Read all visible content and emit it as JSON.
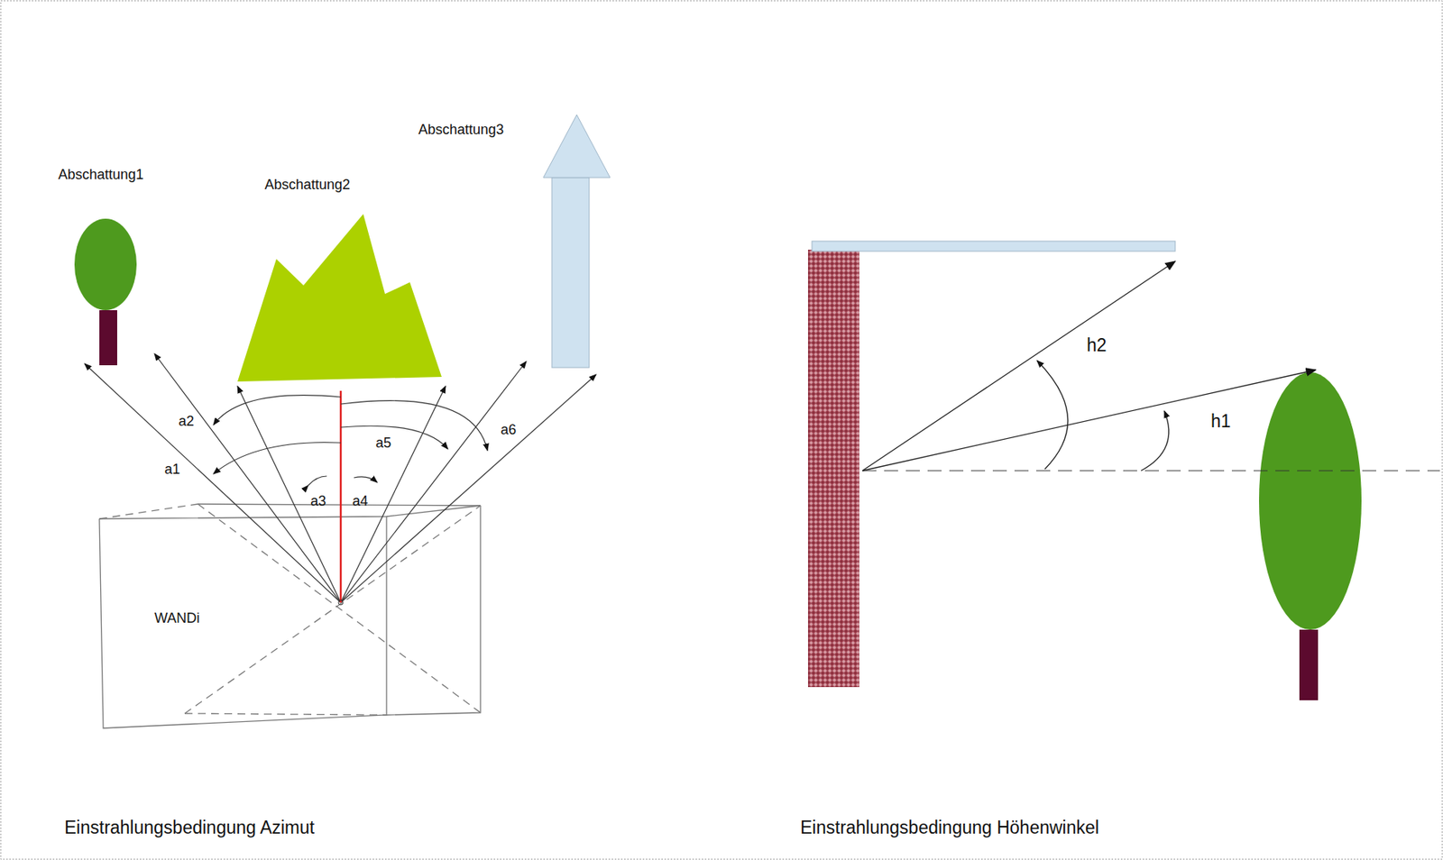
{
  "diagram": {
    "nodes": [
      {
        "text": [
          "Abschattung1"
        ]
      },
      {
        "text": [
          "Abschattung2"
        ]
      },
      {
        "text": [
          "Abschattung3"
        ]
      },
      {
        "text": [
          "WANDi"
        ]
      }
    ],
    "labels": [
      "a1",
      "a2",
      "a3",
      "a4",
      "a5",
      "a6",
      "h2",
      "h1",
      "Einstrahlungsbedingung Azimut",
      "Einstrahlungsbedingung Höhenwinkel"
    ]
  }
}
